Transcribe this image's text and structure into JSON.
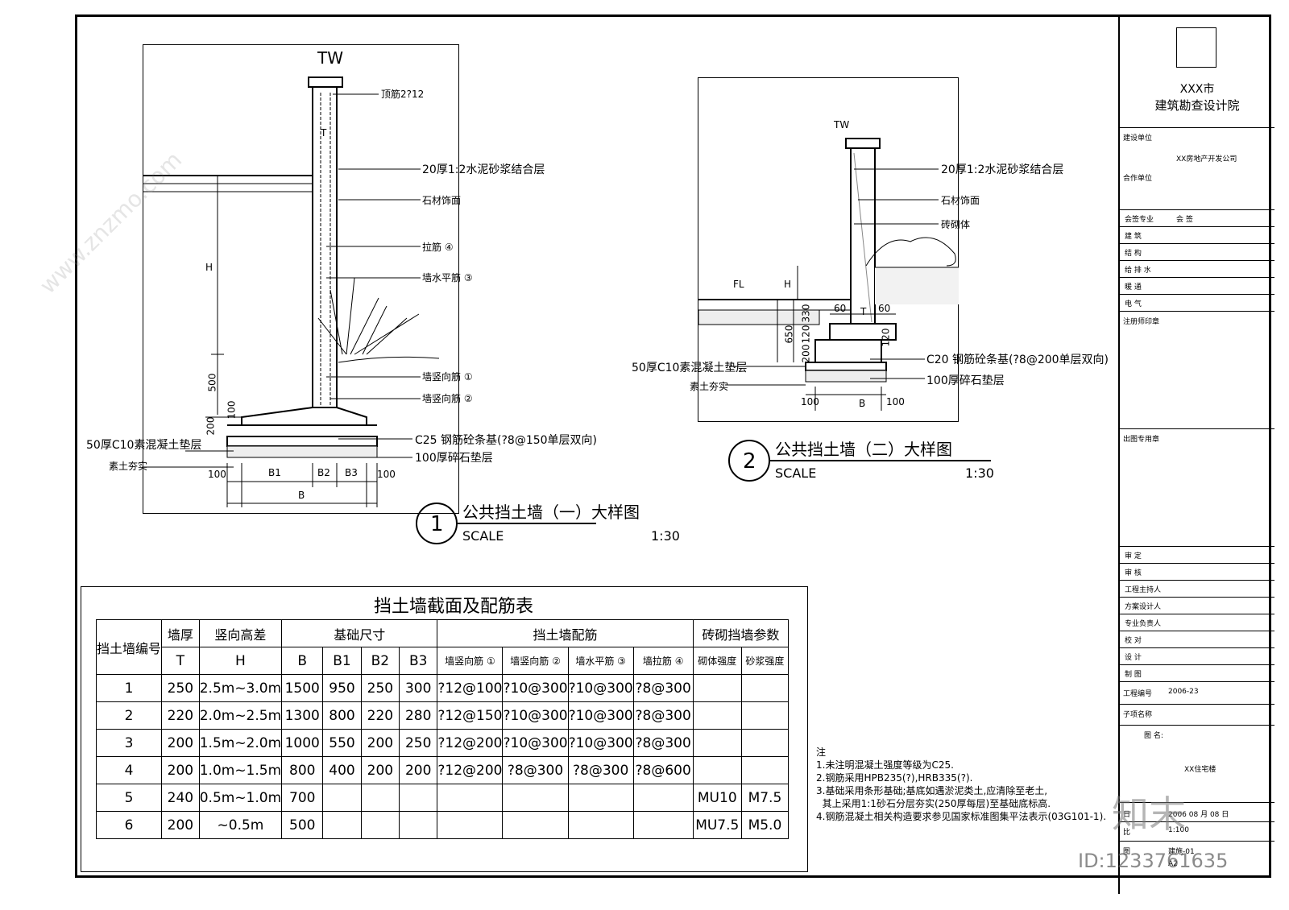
{
  "detail1": {
    "title": "公共挡土墙（一）大样图",
    "number": "1",
    "scale_label": "SCALE",
    "scale": "1:30",
    "labels": {
      "tw": "TW",
      "top_bar": "顶筋2?12",
      "mortar": "20厚1:2水泥砂浆结合层",
      "stone": "石材饰面",
      "tie": "拉筋 ④",
      "horiz": "墙水平筋 ③",
      "vert1": "墙竖向筋 ①",
      "vert2": "墙竖向筋 ②",
      "base": "C25 钢筋砼条基(?8@150单层双向)",
      "c10": "50厚C10素混凝土垫层",
      "gravel": "100厚碎石垫层",
      "soil": "素土夯实",
      "t": "T",
      "h": "H",
      "d500": "500",
      "d200": "200",
      "d100v": "100",
      "d100l": "100",
      "d100r": "100",
      "b1": "B1",
      "b2": "B2",
      "b3": "B3",
      "b": "B"
    }
  },
  "detail2": {
    "title": "公共挡土墙（二）大样图",
    "number": "2",
    "scale_label": "SCALE",
    "scale": "1:30",
    "labels": {
      "tw": "TW",
      "fl": "FL",
      "mortar": "20厚1:2水泥砂浆结合层",
      "stone": "石材饰面",
      "brick": "砖砌体",
      "base": "C20 钢筋砼条基(?8@200单层双向)",
      "c10": "50厚C10素混凝土垫层",
      "gravel": "100厚碎石垫层",
      "soil": "素土夯实",
      "h": "H",
      "t": "T",
      "d60l": "60",
      "d60r": "60",
      "d330": "330",
      "d120a": "120",
      "d200": "200",
      "d650": "650",
      "d120b": "120",
      "d100l": "100",
      "d100r": "100",
      "b": "B"
    }
  },
  "table": {
    "title": "挡土墙截面及配筋表",
    "head": {
      "id": "挡土墙编号",
      "thick": "墙厚",
      "height": "竖向高差",
      "found": "基础尺寸",
      "rebar": "挡土墙配筋",
      "brick": "砖砌挡墙参数",
      "T": "T",
      "H": "H",
      "B": "B",
      "B1": "B1",
      "B2": "B2",
      "B3": "B3",
      "r1": "墙竖向筋 ①",
      "r2": "墙竖向筋 ②",
      "r3": "墙水平筋 ③",
      "r4": "墙拉筋 ④",
      "bs": "砌体强度",
      "ms": "砂浆强度"
    },
    "rows": [
      {
        "n": "1",
        "t": "250",
        "h": "2.5m~3.0m",
        "b": "1500",
        "b1": "950",
        "b2": "250",
        "b3": "300",
        "r1": "?12@100",
        "r2": "?10@300",
        "r3": "?10@300",
        "r4": "?8@300",
        "bs": "",
        "ms": ""
      },
      {
        "n": "2",
        "t": "220",
        "h": "2.0m~2.5m",
        "b": "1300",
        "b1": "800",
        "b2": "220",
        "b3": "280",
        "r1": "?12@150",
        "r2": "?10@300",
        "r3": "?10@300",
        "r4": "?8@300",
        "bs": "",
        "ms": ""
      },
      {
        "n": "3",
        "t": "200",
        "h": "1.5m~2.0m",
        "b": "1000",
        "b1": "550",
        "b2": "200",
        "b3": "250",
        "r1": "?12@200",
        "r2": "?10@300",
        "r3": "?10@300",
        "r4": "?8@300",
        "bs": "",
        "ms": ""
      },
      {
        "n": "4",
        "t": "200",
        "h": "1.0m~1.5m",
        "b": "800",
        "b1": "400",
        "b2": "200",
        "b3": "200",
        "r1": "?12@200",
        "r2": "?8@300",
        "r3": "?8@300",
        "r4": "?8@600",
        "bs": "",
        "ms": ""
      },
      {
        "n": "5",
        "t": "240",
        "h": "0.5m~1.0m",
        "b": "700",
        "b1": "",
        "b2": "",
        "b3": "",
        "r1": "",
        "r2": "",
        "r3": "",
        "r4": "",
        "bs": "MU10",
        "ms": "M7.5"
      },
      {
        "n": "6",
        "t": "200",
        "h": "~0.5m",
        "b": "500",
        "b1": "",
        "b2": "",
        "b3": "",
        "r1": "",
        "r2": "",
        "r3": "",
        "r4": "",
        "bs": "MU7.5",
        "ms": "M5.0"
      }
    ]
  },
  "notes": {
    "title": "注",
    "items": [
      "1.未注明混凝土强度等级为C25.",
      "2.钢筋采用HPB235(?),HRB335(?).",
      "3.基础采用条形基础;基底如遇淤泥类土,应清除至老土,",
      "  其上采用1:1砂石分层夯实(250厚每层)至基础底标高.",
      "4.钢筋混凝土相关构造要求参见国家标准图集平法表示(03G101-1)."
    ]
  },
  "title_block": {
    "city": "XXX市",
    "institute": "建筑勘查设计院",
    "client_label": "建设单位",
    "client": "XX房地产开发公司",
    "partner_label": "合作单位",
    "sign_rows": [
      {
        "a": "会签专业",
        "b": "会  签"
      },
      {
        "a": "建  筑",
        "b": ""
      },
      {
        "a": "结  构",
        "b": ""
      },
      {
        "a": "给 排 水",
        "b": ""
      },
      {
        "a": "暖  通",
        "b": ""
      },
      {
        "a": "电  气",
        "b": ""
      }
    ],
    "stamp_label": "注册师印章",
    "issue_label": "出图专用章",
    "staff": [
      "审  定",
      "审  核",
      "工程主持人",
      "方案设计人",
      "专业负责人",
      "校  对",
      "设  计",
      "制  图"
    ],
    "project_no_label": "工程编号",
    "project_no": "2006-23",
    "sub_label": "子项名称",
    "drawing_label": "图  名:",
    "drawing_name": "XX住宅楼",
    "date_label": "日",
    "date": "2006  08  月  08  日",
    "scale_label": "比",
    "scale": "1:100",
    "no_label": "图",
    "no": "建施-01",
    "sheet": "A2"
  },
  "watermark": {
    "brand": "知末",
    "id": "ID:1233761635",
    "site": "www.znzmo.com"
  }
}
